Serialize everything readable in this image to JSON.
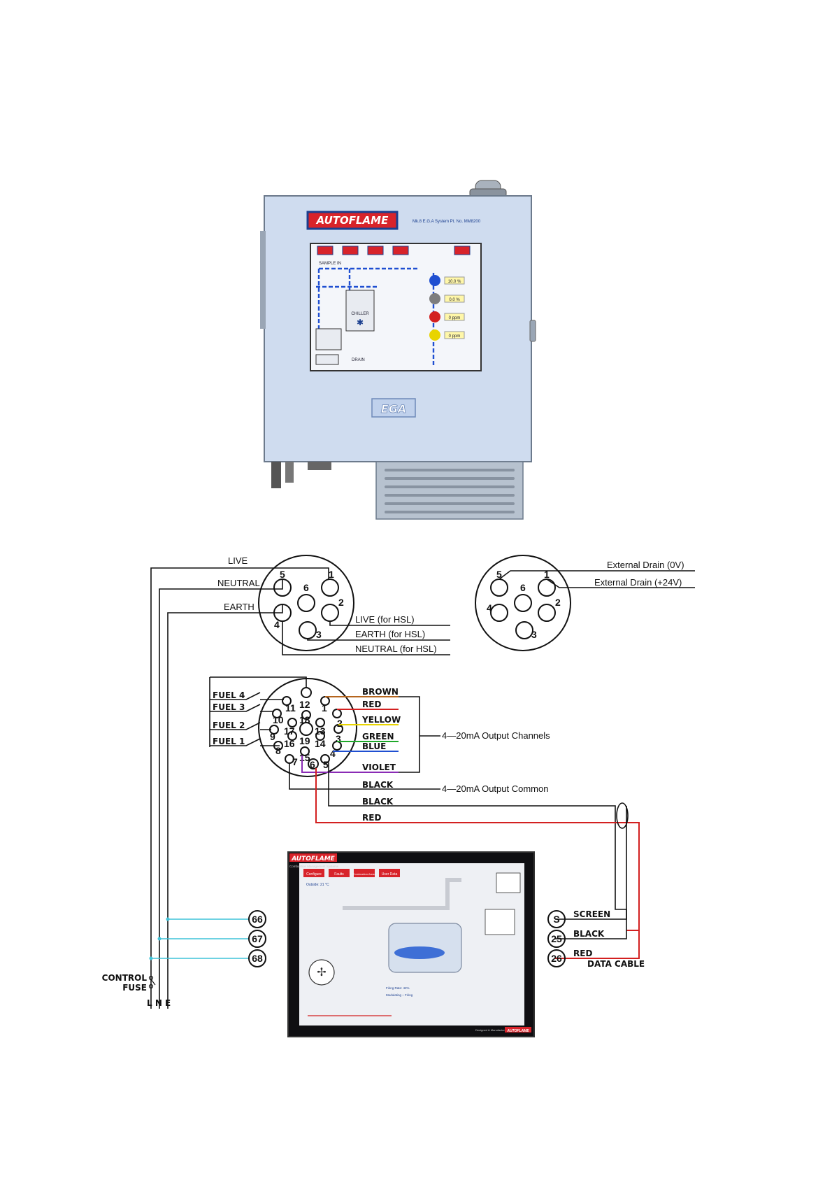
{
  "unit": {
    "brand": "AUTOFLAME",
    "system_label": "Mk.8 E.G.A System Pt. No. MM8200",
    "front_label": "EGA",
    "screen": {
      "sample_in": "SAMPLE IN",
      "o2_value": "10.0 %",
      "co2_value": "0.0 %",
      "co_value": "0 ppm",
      "no_value": "0 ppm",
      "chiller": "CHILLER",
      "drain": "DRAIN"
    }
  },
  "connector_power": {
    "pins": [
      "1",
      "2",
      "3",
      "4",
      "5",
      "6"
    ],
    "live": "LIVE",
    "neutral": "NEUTRAL",
    "earth": "EARTH",
    "live_hsl": "LIVE  (for  HSL)",
    "earth_hsl": "EARTH  (for  HSL)",
    "neutral_hsl": "NEUTRAL  (for  HSL)"
  },
  "connector_drain": {
    "pins": [
      "1",
      "2",
      "3",
      "4",
      "5",
      "6"
    ],
    "drain_0v": "External  Drain  (0V)",
    "drain_24v": "External  Drain  (+24V)"
  },
  "connector_signal": {
    "pins": [
      "1",
      "2",
      "3",
      "4",
      "5",
      "6",
      "7",
      "8",
      "9",
      "10",
      "11",
      "12",
      "13",
      "14",
      "15",
      "16",
      "17",
      "18",
      "19"
    ],
    "fuels": [
      "FUEL 4",
      "FUEL 3",
      "FUEL 2",
      "FUEL 1"
    ],
    "brown": "BROWN",
    "red": "RED",
    "yellow": "YELLOW",
    "green": "GREEN",
    "blue": "BLUE",
    "violet": "VIOLET",
    "black1": "BLACK",
    "black2": "BLACK",
    "red2": "RED",
    "output_channels": "4—20mA  Output  Channels",
    "output_common": "4—20mA  Output  Common"
  },
  "controller": {
    "brand": "AUTOFLAME",
    "subtitle": "Combustion Management Systems",
    "buttons": [
      "Configure",
      "Faults",
      "Combustion Areas",
      "User Data"
    ],
    "outside": "Outside: 21 °C",
    "footer": "Designed & Manufactured By",
    "footer_brand": "AUTOFLAME",
    "firing": "Firing Rate: 42%",
    "modulating": "Modulating – Firing"
  },
  "terminals_left": [
    "66",
    "67",
    "68"
  ],
  "terminals_right": [
    "S",
    "25",
    "26"
  ],
  "screen_label": "SCREEN",
  "black_label": "BLACK",
  "red_label": "RED",
  "data_cable": "DATA CABLE",
  "control_fuse": [
    "CONTROL",
    "FUSE"
  ],
  "lne": "L N E",
  "colors": {
    "brown": "#b5651d",
    "red": "#d32020",
    "yellow": "#e8d400",
    "green": "#1fa82a",
    "blue": "#1f4fd1",
    "violet": "#8a2bb5",
    "cyan": "#3fc3d8",
    "panel": "#cfdcef",
    "brand_red": "#d8232a",
    "brand_blue": "#1b3f8f"
  }
}
